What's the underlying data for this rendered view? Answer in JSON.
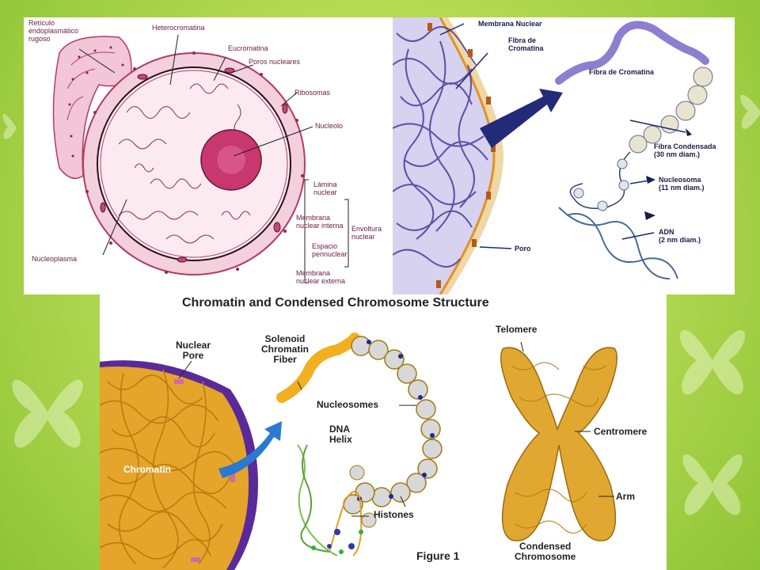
{
  "nucleus_panel": {
    "labels": {
      "reticulo": "Retículo\nendoplasmático\nrugoso",
      "heterocromatina": "Heterocromatina",
      "eucromatina": "Eucromatina",
      "poros": "Poros nucleares",
      "ribosomas": "Ribosomas",
      "nucleolo": "Nucleolo",
      "lamina": "Lámina\nnuclear",
      "membrana_interna": "Membrana\nnuclear interna",
      "espacio": "Espacio\nperinuclear",
      "membrana_externa": "Membrana\nnuclear externa",
      "envoltura": "Envoltura\nnuclear",
      "nucleoplasma": "Nucleoplasma"
    }
  },
  "chromatin_es_panel": {
    "labels": {
      "membrana_nuclear": "Membrana Nuclear",
      "fibra_cromatina_1": "Fibra de\nCromatina",
      "fibra_cromatina_2": "Fibra de Cromatina",
      "fibra_condensada": "Fibra Condensada\n(30 nm diam.)",
      "nucleosoma": "Nucleosoma\n(11 nm diam.)",
      "adn": "ADN\n(2 nm diam.)",
      "poro": "Poro"
    }
  },
  "structure_panel": {
    "title": "Chromatin and Condensed Chromosome Structure",
    "labels": {
      "nuclear_pore": "Nuclear\nPore",
      "solenoid": "Solenoid\nChromatin\nFiber",
      "nucleosomes": "Nucleosomes",
      "dna_helix": "DNA\nHelix",
      "histones": "Histones",
      "chromatin": "Chromatin",
      "telomere": "Telomere",
      "centromere": "Centromere",
      "arm": "Arm",
      "condensed": "Condensed\nChromosome",
      "figure": "Figure 1"
    }
  }
}
